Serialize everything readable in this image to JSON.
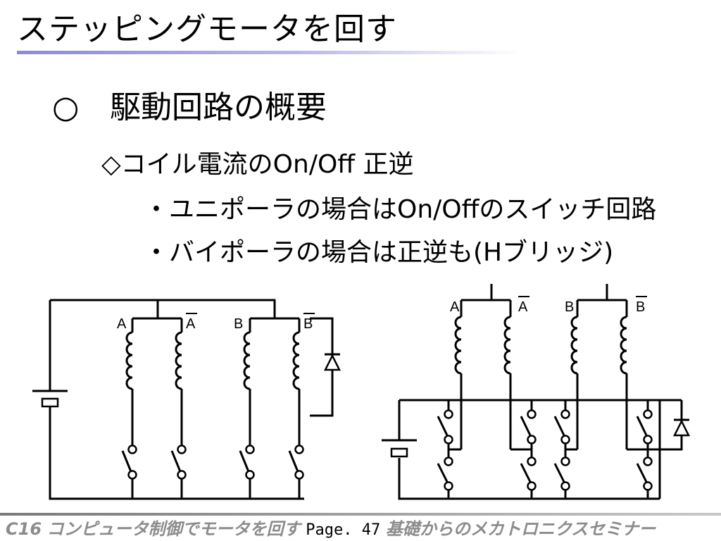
{
  "slide": {
    "title": "ステッピングモータを回す",
    "heading_bullet": "○",
    "heading": "駆動回路の概要",
    "subheading": "◇コイル電流のOn/Off 正逆",
    "items": [
      "・ユニポーラの場合はOn/Offのスイッチ回路",
      "・バイポーラの場合は正逆も(Hブリッジ)"
    ]
  },
  "circuits": {
    "unipolar": {
      "labels": [
        "A",
        "A",
        "B",
        "B"
      ]
    },
    "bipolar": {
      "labels": [
        "A",
        "A",
        "B",
        "B"
      ]
    }
  },
  "footer": {
    "course": "C16",
    "course_title": "コンピュータ制御でモータを回す",
    "page_label": "Page. 47",
    "seminar": "基礎からのメカトロニクスセミナー"
  },
  "colors": {
    "title_rule": "#8a8ad8",
    "footer_text": "#8c8c8c",
    "footer_rule": "#7a7a7a"
  }
}
